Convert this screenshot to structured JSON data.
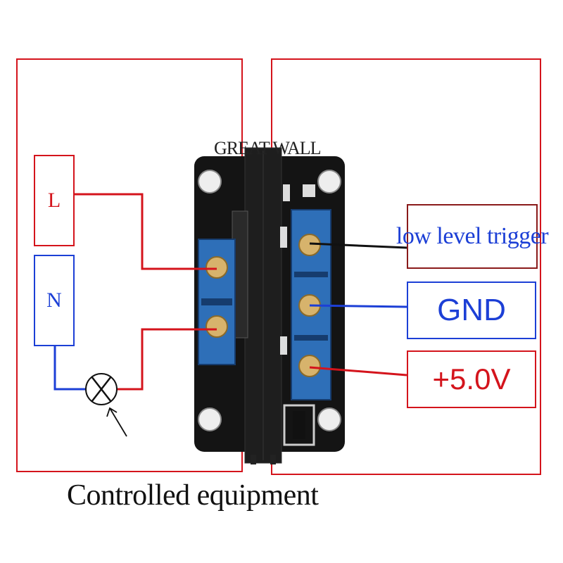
{
  "labels": {
    "live": "L",
    "neutral": "N",
    "trigger": "low level trigger",
    "ground": "GND",
    "supply": "+5.0V",
    "controlled": "Controlled equipment",
    "brand": "GREAT WALL"
  },
  "colors": {
    "red": "#d4141c",
    "blue": "#1c3fd6",
    "board": "#141414",
    "terminal": "#2e6fb8",
    "trigger_border": "#8a1a1a"
  }
}
